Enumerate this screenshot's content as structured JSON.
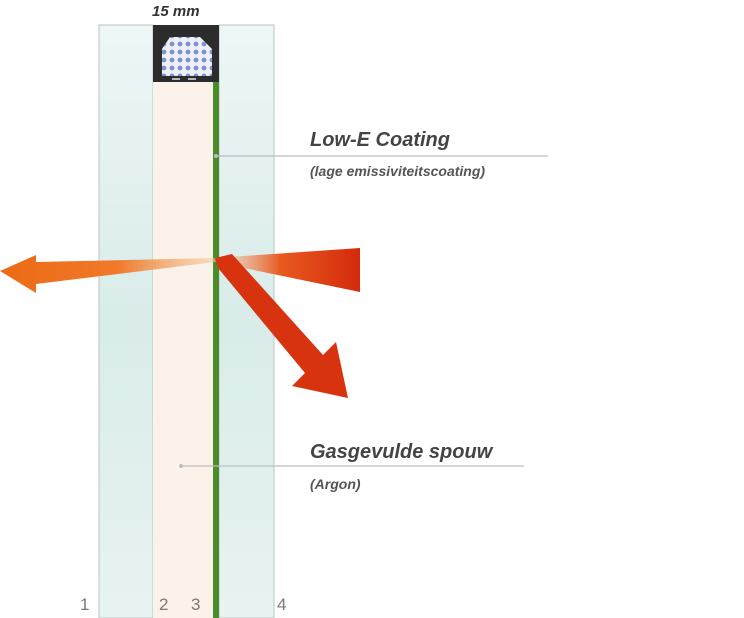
{
  "dimension_label": "15 mm",
  "callouts": {
    "coating": {
      "title": "Low-E Coating",
      "subtitle": "(lage emissiviteitscoating)"
    },
    "cavity": {
      "title": "Gasgevulde spouw",
      "subtitle": "(Argon)"
    }
  },
  "surface_numbers": [
    "1",
    "2",
    "3",
    "4"
  ],
  "colors": {
    "glass": "#e4f1f0",
    "gas_cavity": "#fbf2ea",
    "coating": "#4a8c2a",
    "arrow_out": "#ee6a1a",
    "arrow_in": "#d83010",
    "spacer": "#2c2c2c"
  }
}
